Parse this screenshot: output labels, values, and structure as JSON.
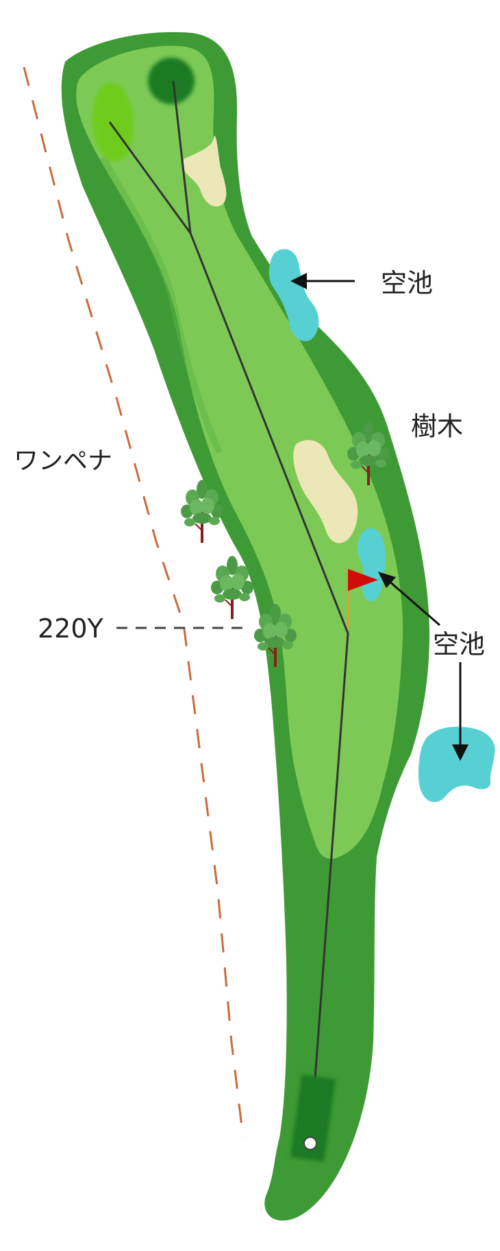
{
  "labels": {
    "pond_upper": "空池",
    "trees": "樹木",
    "ob_left": "ワンペナ",
    "yardage": "220Y",
    "pond_lower": "空池"
  },
  "colors": {
    "rough": "#3e9a34",
    "fairway": "#7cca55",
    "green": "#6fcc1c",
    "green_dark": "#1c7a24",
    "tee": "#1c7a24",
    "bunker": "#ece7b6",
    "water": "#56d0d3",
    "ob_line": "#c96a3a",
    "flag": "#d10a0a",
    "tree_foliage": "#4c9a45",
    "tree_trunk": "#8a1e1e"
  },
  "icons": {
    "tree": "tree-icon",
    "flag": "flag-icon",
    "tee": "tee-marker-icon"
  }
}
